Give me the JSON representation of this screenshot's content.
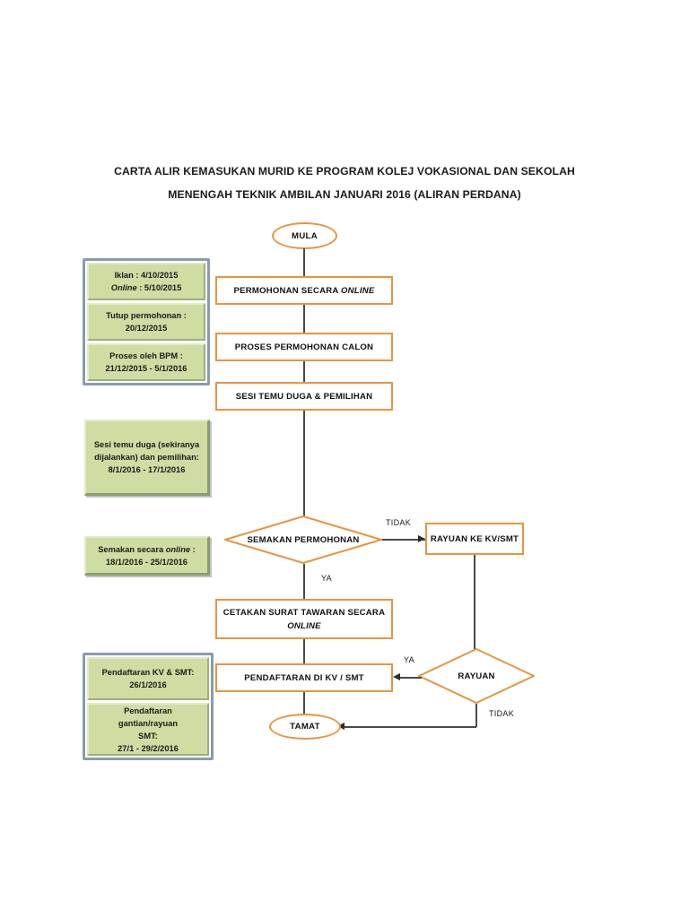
{
  "title": {
    "line1": "CARTA ALIR KEMASUKAN MURID KE PROGRAM KOLEJ VOKASIONAL DAN SEKOLAH",
    "line2": "MENENGAH TEKNIK AMBILAN JANUARI 2016 (ALIRAN PERDANA)"
  },
  "timeline_boxes": [
    {
      "id": "iklan",
      "lines": [
        "Iklan : 4/10/2015",
        "Online : 5/10/2015"
      ],
      "line1": "Iklan : 4/10/2015",
      "line2_italic": "Online",
      "line2_rest": " : 5/10/2015"
    },
    {
      "id": "tutup-permohonan",
      "line1": "Tutup permohonan :",
      "line2": "20/12/2015"
    },
    {
      "id": "proses-bpm",
      "line1": "Proses oleh BPM :",
      "line2": "21/12/2015 - 5/1/2016"
    },
    {
      "id": "sesi-temu-duga",
      "line1": "Sesi temu duga (sekiranya",
      "line2": "dijalankan) dan pemilihan:",
      "line3": "8/1/2016 - 17/1/2016"
    },
    {
      "id": "semakan-online",
      "line1_italic": "online",
      "line1_pre": "Semakan secara ",
      "line1_post": " :",
      "line2": "18/1/2016 - 25/1/2016"
    },
    {
      "id": "pendaftaran-kv-smt",
      "line1": "Pendaftaran KV & SMT:",
      "line2": "26/1/2016"
    },
    {
      "id": "pendaftaran-gantian",
      "line1": "Pendaftaran  gantian/rayuan",
      "line2": "SMT:",
      "line3": "27/1 - 29/2/2016"
    }
  ],
  "flow": {
    "start": "MULA",
    "end": "TAMAT",
    "permohonan_online_pre": "PERMOHONAN SECARA ",
    "permohonan_online_italic": "ONLINE",
    "proses_permohonan": "PROSES PERMOHONAN CALON",
    "sesi_temu_duga": "SESI TEMU DUGA & PEMILIHAN",
    "semakan_permohonan": "SEMAKAN PERMOHONAN",
    "rayuan_ke_kv_smt": "RAYUAN KE KV/SMT",
    "cetakan_line1": "CETAKAN SURAT TAWARAN SECARA",
    "cetakan_line2_italic": "ONLINE",
    "pendaftaran_di_kv_smt": "PENDAFTARAN DI KV / SMT",
    "rayuan": "RAYUAN"
  },
  "edge_labels": {
    "tidak_semakan": "TIDAK",
    "ya_semakan": "YA",
    "ya_rayuan": "YA",
    "tidak_rayuan": "TIDAK"
  },
  "colors": {
    "node_border": "#e8953f",
    "green_fill": "#cfdda3",
    "frame": "#8a9bad",
    "connector": "#4a4a4a"
  }
}
